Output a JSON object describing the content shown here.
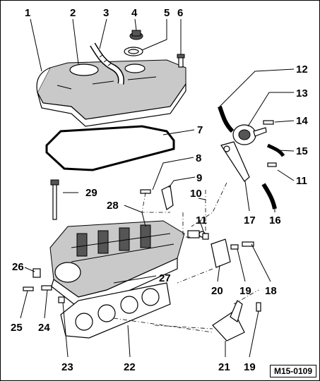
{
  "labels": {
    "l1": "1",
    "l2": "2",
    "l3": "3",
    "l4": "4",
    "l5": "5",
    "l6": "6",
    "l7": "7",
    "l8": "8",
    "l9": "9",
    "l10": "10",
    "l11a": "11",
    "l11b": "11",
    "l12": "12",
    "l13": "13",
    "l14": "14",
    "l15": "15",
    "l16": "16",
    "l17": "17",
    "l18": "18",
    "l19a": "19",
    "l19b": "19",
    "l20": "20",
    "l21": "21",
    "l22": "22",
    "l23": "23",
    "l24": "24",
    "l25": "25",
    "l26": "26",
    "l27": "27",
    "l28": "28",
    "l29": "29"
  },
  "reference_code": "M15-0109"
}
